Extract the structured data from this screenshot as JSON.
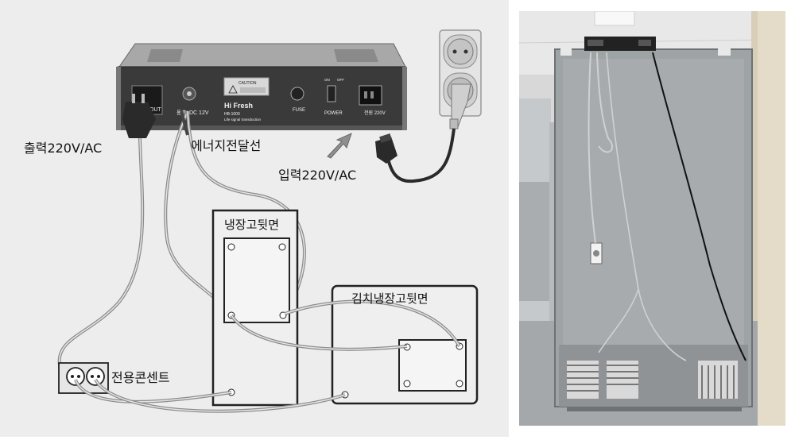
{
  "device": {
    "brand": "Hi Fresh",
    "model": "HB-1000",
    "tagline": "Life signal transduction",
    "dc_label": "DC 12V",
    "dc_prefix": "동축",
    "fuse_label": "FUSE",
    "power_label": "POWER",
    "switch_on": "ON",
    "switch_off": "OFF",
    "power_in_label": "전원 220V",
    "out_label": "OUT",
    "caution_label": "CAUTION"
  },
  "labels": {
    "output": "출력220V/AC",
    "energy_line": "에너지전달선",
    "input": "입력220V/AC",
    "fridge_back": "냉장고뒷면",
    "kimchi_back": "김치냉장고뒷면",
    "outlet": "전용콘센트"
  },
  "colors": {
    "background": "#ededed",
    "device_body": "#3a3a3a",
    "device_top": "#9a9a9a",
    "cable": "#8c8c8c",
    "plug": "#2a2a2a",
    "fridge_panel": "#9ea3a6"
  }
}
